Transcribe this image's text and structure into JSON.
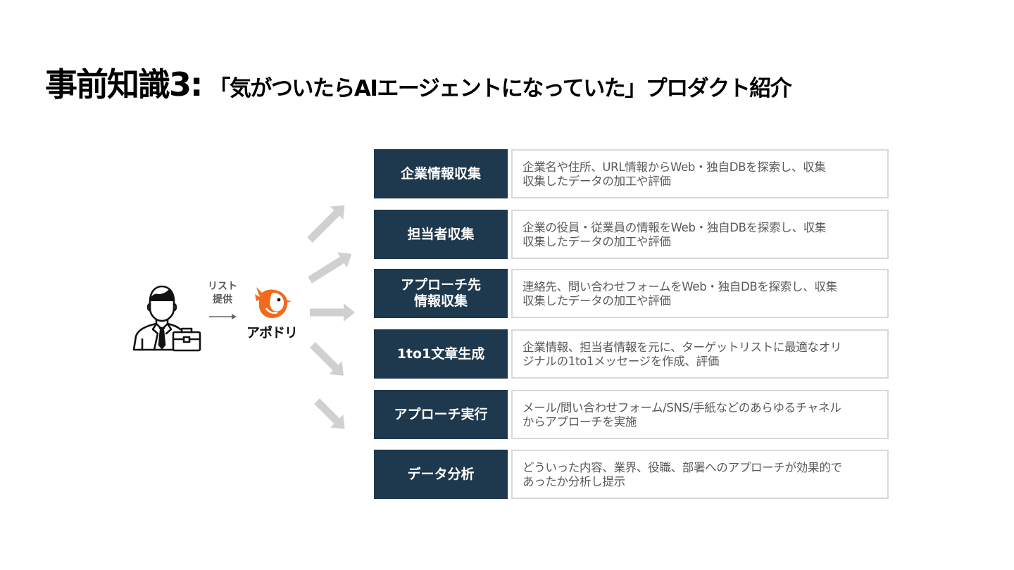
{
  "title": {
    "main": "事前知識3:",
    "sub": "「気がついたらAIエージェントになっていた」プロダクト紹介"
  },
  "flow": {
    "provide_label": "リスト\n提供",
    "product_name": "アポドリ"
  },
  "rows": [
    {
      "label": "企業情報収集",
      "desc_line1": "企業名や住所、URL情報からWeb・独自DBを探索し、収集",
      "desc_line2": "収集したデータの加工や評価"
    },
    {
      "label": "担当者収集",
      "desc_line1": "企業の役員・従業員の情報をWeb・独自DBを探索し、収集",
      "desc_line2": "収集したデータの加工や評価"
    },
    {
      "label": "アプローチ先\n情報収集",
      "desc_line1": "連絡先、問い合わせフォームをWeb・独自DBを探索し、収集",
      "desc_line2": "収集したデータの加工や評価"
    },
    {
      "label": "1to1文章生成",
      "desc_line1": "企業情報、担当者情報を元に、ターゲットリストに最適なオリ",
      "desc_line2": "ジナルの1to1メッセージを作成、評価"
    },
    {
      "label": "アプローチ実行",
      "desc_line1": "メール/問い合わせフォーム/SNS/手紙などのあらゆるチャネル",
      "desc_line2": "からアプローチを実施"
    },
    {
      "label": "データ分析",
      "desc_line1": "どういった内容、業界、役職、部署へのアプローチが効果的で",
      "desc_line2": "あったか分析し提示"
    }
  ],
  "colors": {
    "label_bg": "#1e384d",
    "arrow": "#d0d0d0",
    "bird_orange": "#f26a1b",
    "desc_text": "#595959"
  },
  "icons": {
    "person": "businessman-with-briefcase-icon",
    "product": "bird-logo-icon"
  }
}
